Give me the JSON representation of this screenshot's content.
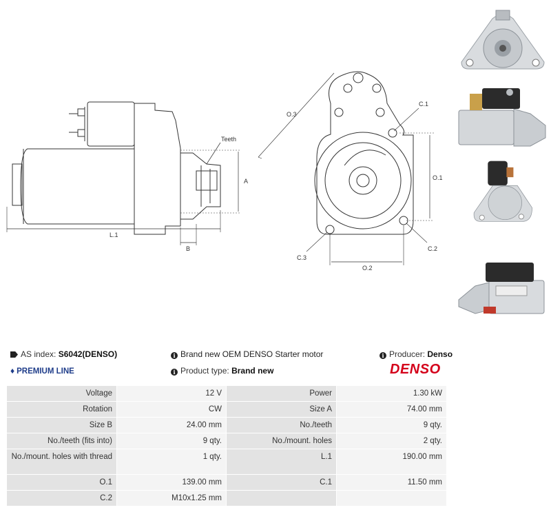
{
  "drawing": {
    "labels": {
      "teeth": "Teeth",
      "a": "A",
      "b": "B",
      "l1": "L.1",
      "o3": "O.3",
      "c1": "C.1",
      "o1": "O.1",
      "c2": "C.2",
      "c3": "C.3",
      "o2": "O.2"
    }
  },
  "photos": [
    "starter-front-view",
    "starter-side-view",
    "starter-rear-view",
    "starter-side-view-2"
  ],
  "info": {
    "as_index_label": "AS index:",
    "as_index_value": "S6042(DENSO)",
    "premium_line": "PREMIUM LINE",
    "description": "Brand new OEM DENSO Starter motor",
    "product_type_label": "Product type:",
    "product_type_value": "Brand new",
    "producer_label": "Producer:",
    "producer_value": "Denso",
    "brand_logo": "DENSO"
  },
  "specs": [
    {
      "l1": "Voltage",
      "v1": "12 V",
      "l2": "Power",
      "v2": "1.30 kW"
    },
    {
      "l1": "Rotation",
      "v1": "CW",
      "l2": "Size A",
      "v2": "74.00 mm"
    },
    {
      "l1": "Size B",
      "v1": "24.00 mm",
      "l2": "No./teeth",
      "v2": "9 qty."
    },
    {
      "l1": "No./teeth (fits into)",
      "v1": "9 qty.",
      "l2": "No./mount. holes",
      "v2": "2 qty."
    },
    {
      "l1": "No./mount. holes with thread",
      "v1": "1 qty.",
      "l2": "L.1",
      "v2": "190.00 mm"
    },
    {
      "l1": "O.1",
      "v1": "139.00 mm",
      "l2": "C.1",
      "v2": "11.50 mm"
    },
    {
      "l1": "C.2",
      "v1": "M10x1.25 mm",
      "l2": "",
      "v2": ""
    }
  ],
  "colors": {
    "brand_red": "#d4001a",
    "premium_blue": "#1f3d8a",
    "label_cell": "#e3e3e3",
    "value_cell": "#f4f4f4"
  }
}
